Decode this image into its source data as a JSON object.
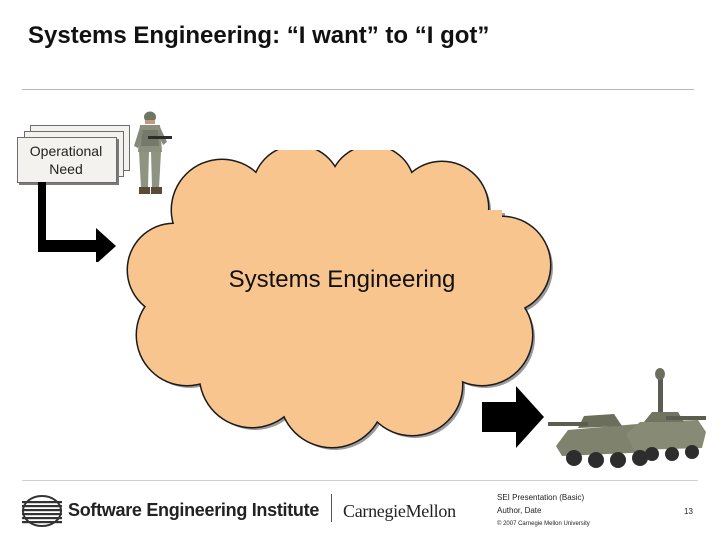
{
  "slide": {
    "title": "Systems Engineering: “I want” to “I got”",
    "operational_need": "Operational\nNeed",
    "cloud_label": "Systems Engineering"
  },
  "footer": {
    "institute_name": "Software Engineering Institute",
    "university_name": "CarnegieMellon",
    "presentation": "SEI Presentation (Basic)",
    "author_date": "Author, Date",
    "copyright": "© 2007 Carnegie Mellon University",
    "page_number": "13"
  },
  "colors": {
    "cloud_fill": "#f8c58f",
    "cloud_outline": "#1a1a1a",
    "arrow": "#000000",
    "card_fill": "#f3f2ee"
  },
  "icons": [
    "soldier-image",
    "vehicles-image",
    "sei-logo-icon"
  ]
}
